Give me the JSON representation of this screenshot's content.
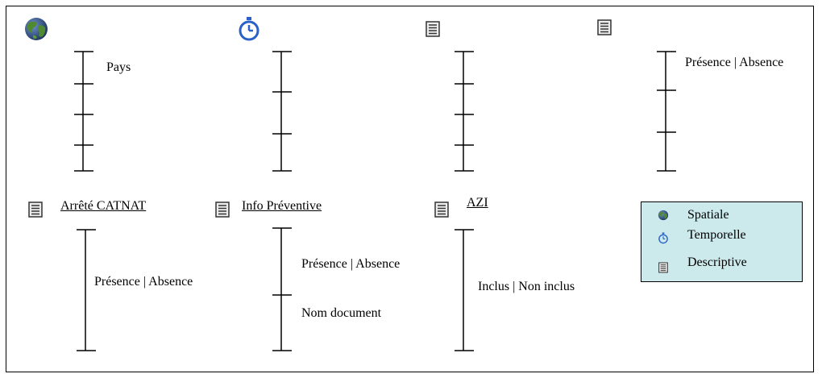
{
  "colors": {
    "legend_background": "#cce9ec",
    "temporal_icon": "#2a61c8"
  },
  "top_row": {
    "col1": {
      "icon": "globe-icon",
      "levels": [
        "Pays"
      ]
    },
    "col2": {
      "icon": "stopwatch-icon"
    },
    "col3": {
      "icon": "document-icon"
    },
    "col4": {
      "icon": "document-icon",
      "levels": [
        "Présence | Absence"
      ]
    }
  },
  "bottom_row": {
    "col1": {
      "icon": "document-icon",
      "title": "Arrêté CATNAT",
      "values": [
        "Présence | Absence"
      ]
    },
    "col2": {
      "icon": "document-icon",
      "title": "Info Préventive",
      "values": [
        "Présence | Absence",
        "Nom document"
      ]
    },
    "col3": {
      "icon": "document-icon",
      "title": "AZI",
      "values": [
        "Inclus | Non inclus"
      ]
    }
  },
  "legend": {
    "items": [
      {
        "icon": "globe-icon",
        "label": "Spatiale"
      },
      {
        "icon": "stopwatch-icon",
        "label": "Temporelle"
      },
      {
        "icon": "document-icon",
        "label": "Descriptive"
      }
    ]
  }
}
